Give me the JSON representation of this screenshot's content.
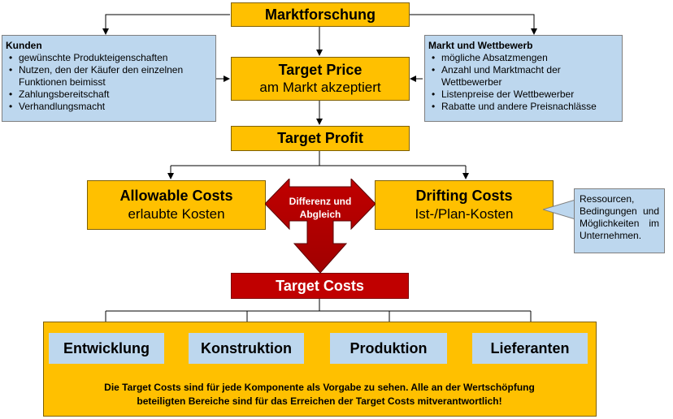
{
  "colors": {
    "yellow": "#ffc000",
    "blue": "#bdd7ee",
    "red": "#c00000",
    "dark_red": "#8b0000"
  },
  "marktforschung": "Marktforschung",
  "kunden": {
    "title": "Kunden",
    "items": [
      "gewünschte Produkteigenschaften",
      "Nutzen, den der Käufer den einzelnen Funktionen beimisst",
      "Zahlungsbereitschaft",
      "Verhandlungsmacht"
    ]
  },
  "markt": {
    "title": "Markt und Wettbewerb",
    "items": [
      "mögliche Absatzmengen",
      "Anzahl und Marktmacht der Wettbewerber",
      "Listenpreise der Wettbewerber",
      "Rabatte und andere Preisnachlässe"
    ]
  },
  "target_price": {
    "line1": "Target Price",
    "line2": "am Markt akzeptiert"
  },
  "target_profit": "Target Profit",
  "allowable": {
    "line1": "Allowable Costs",
    "line2": "erlaubte Kosten"
  },
  "drifting": {
    "line1": "Drifting Costs",
    "line2": "Ist-/Plan-Kosten"
  },
  "differenz": {
    "line1": "Differenz und",
    "line2": "Abgleich"
  },
  "callout": "Ressourcen, Bedingungen und Möglichkeiten im Unternehmen.",
  "target_costs": "Target Costs",
  "areas": [
    "Entwicklung",
    "Konstruktion",
    "Produktion",
    "Lieferanten"
  ],
  "footer": {
    "line1": "Die Target Costs sind für jede Komponente als Vorgabe zu sehen. Alle an der Wertschöpfung",
    "line2": "beteiligten Bereiche sind für das Erreichen der Target Costs mitverantwortlich!"
  }
}
